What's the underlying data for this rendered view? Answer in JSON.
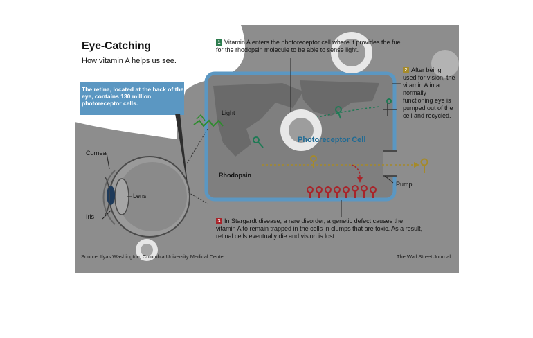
{
  "header": {
    "title": "Eye-Catching",
    "subtitle": "How vitamin A helps us see."
  },
  "callout": {
    "text": "The retina, located at the back of the eye, contains 130 million photoreceptor cells."
  },
  "steps": [
    {
      "number": "1",
      "text": "Vitamin A enters the photoreceptor cell where it provides the fuel for the rhodopsin molecule to be able to sense light.",
      "color": "#2e7d4f"
    },
    {
      "number": "2",
      "text": "After being used for vision, the vitamin A in a normally functioning eye is pumped out of the cell and recycled.",
      "color": "#a58a2a"
    },
    {
      "number": "3",
      "text": "In Stargardt disease, a rare disorder, a genetic defect causes the vitamin A to remain trapped in the cells in clumps that are toxic. As a result, retinal cells eventually die and vision is lost.",
      "color": "#a8242a"
    }
  ],
  "labels": {
    "light": "Light",
    "rhodopsin": "Rhodopsin",
    "photoreceptor": "Photoreceptor Cell",
    "pump": "Pump",
    "cornea": "Cornea",
    "lens": "Lens",
    "iris": "Iris"
  },
  "footer": {
    "source": "Source: Ilyas Washington, Columbia University Medical Center",
    "credit": "The Wall Street Journal"
  },
  "colors": {
    "panel": "#8d8d8d",
    "cell_border": "#5b97c2",
    "green": "#1f7a55",
    "gold": "#a58a2a",
    "red": "#a8242a"
  }
}
